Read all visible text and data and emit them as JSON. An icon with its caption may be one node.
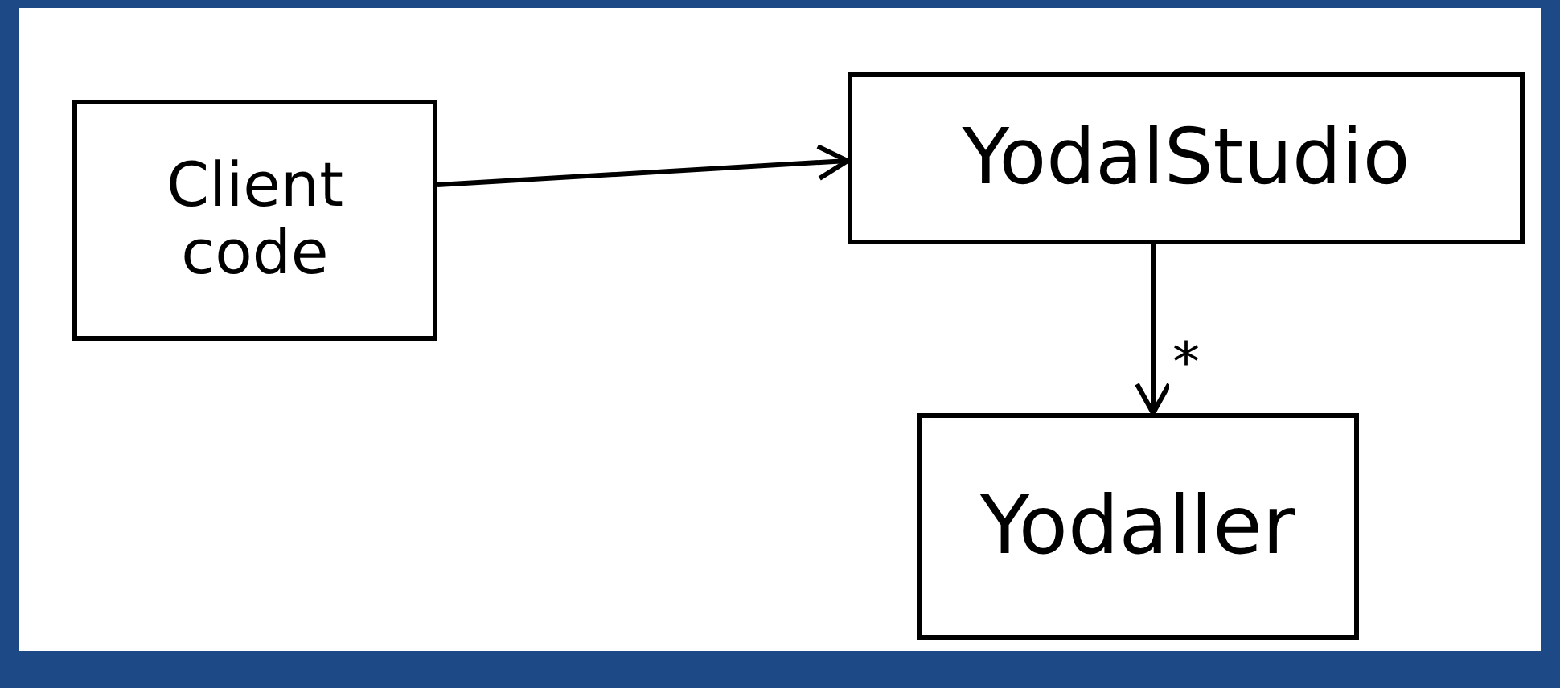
{
  "diagram": {
    "nodes": [
      {
        "text": [
          "Client code"
        ]
      },
      {
        "text": [
          "YodalStudio"
        ]
      },
      {
        "text": [
          "Yodaller"
        ]
      }
    ],
    "edges": [
      {
        "from": 0,
        "to": 1,
        "arrow": "to"
      },
      {
        "from": 1,
        "to": 2,
        "arrow": "to",
        "label": "*"
      }
    ]
  }
}
